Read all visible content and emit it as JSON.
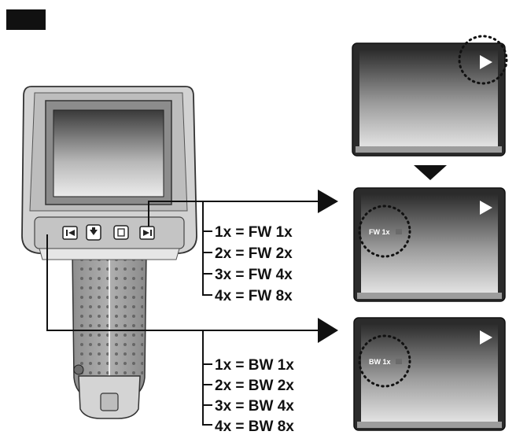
{
  "forward_labels": [
    "1x = FW 1x",
    "2x = FW 2x",
    "3x = FW 4x",
    "4x = FW 8x"
  ],
  "backward_labels": [
    "1x = BW 1x",
    "2x = BW 2x",
    "3x = BW 4x",
    "4x = BW 8x"
  ],
  "screen_forward_text": "FW 1x",
  "screen_backward_text": "BW 1x",
  "colors": {
    "ink": "#111111",
    "device_body": "#cfcfcf",
    "grip": "#9a9a9a",
    "screen_dark": "#2a2a2a",
    "screen_light": "#d8d8d8"
  }
}
